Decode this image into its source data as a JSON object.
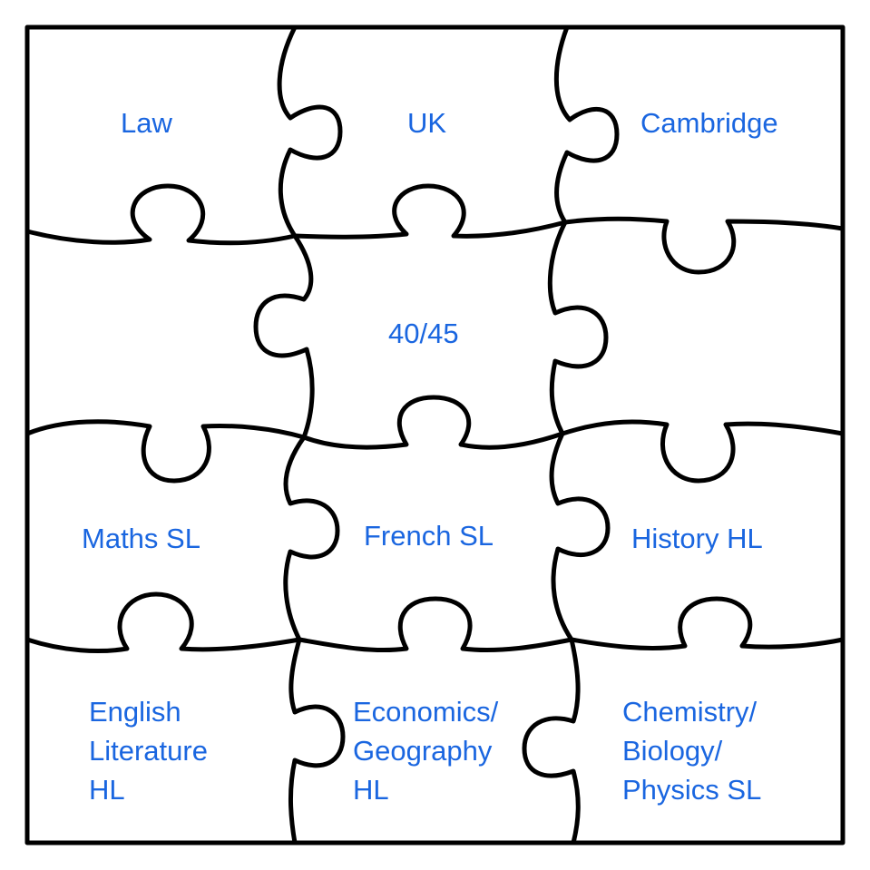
{
  "puzzle": {
    "colors": {
      "label": "#1a66e0",
      "outline": "#000000",
      "background": "#ffffff"
    },
    "pieces": [
      {
        "id": "law",
        "lines": [
          "Law"
        ]
      },
      {
        "id": "uk",
        "lines": [
          "UK"
        ]
      },
      {
        "id": "cambridge",
        "lines": [
          "Cambridge"
        ]
      },
      {
        "id": "blank-left",
        "lines": []
      },
      {
        "id": "score",
        "lines": [
          "40/45"
        ]
      },
      {
        "id": "blank-right",
        "lines": []
      },
      {
        "id": "maths",
        "lines": [
          "Maths SL"
        ]
      },
      {
        "id": "french",
        "lines": [
          "French SL"
        ]
      },
      {
        "id": "history",
        "lines": [
          "History HL"
        ]
      },
      {
        "id": "english",
        "lines": [
          "English",
          "Literature",
          "HL"
        ]
      },
      {
        "id": "economics",
        "lines": [
          "Economics/",
          "Geography",
          "HL"
        ]
      },
      {
        "id": "science",
        "lines": [
          "Chemistry/",
          "Biology/",
          "Physics SL"
        ]
      }
    ]
  }
}
